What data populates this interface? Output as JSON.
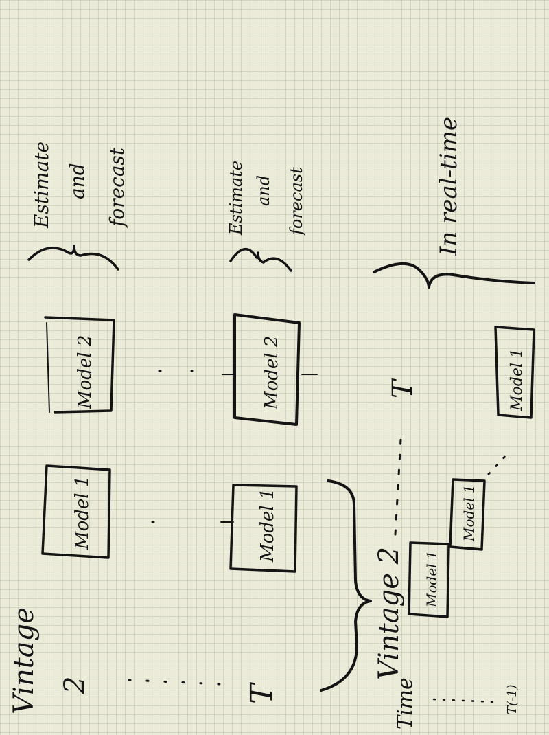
{
  "vintage_1": {
    "title": "Vintage",
    "start": "2",
    "end": "T",
    "model_1": "Model 1",
    "model_2": "Model 2",
    "note": [
      "Estimate",
      "and",
      "forecast"
    ]
  },
  "vintage_2": {
    "model_1": "Model 1",
    "model_2": "Model 2",
    "note": [
      "Estimate",
      "and",
      "forecast"
    ]
  },
  "realtime": {
    "vintage_label": "Vintage 2",
    "end": "T",
    "model_labels": [
      "Model 1",
      "Model 1",
      "Model 1"
    ],
    "note": "In real-time",
    "time_label": "Time",
    "time_end": "T(-1)"
  }
}
